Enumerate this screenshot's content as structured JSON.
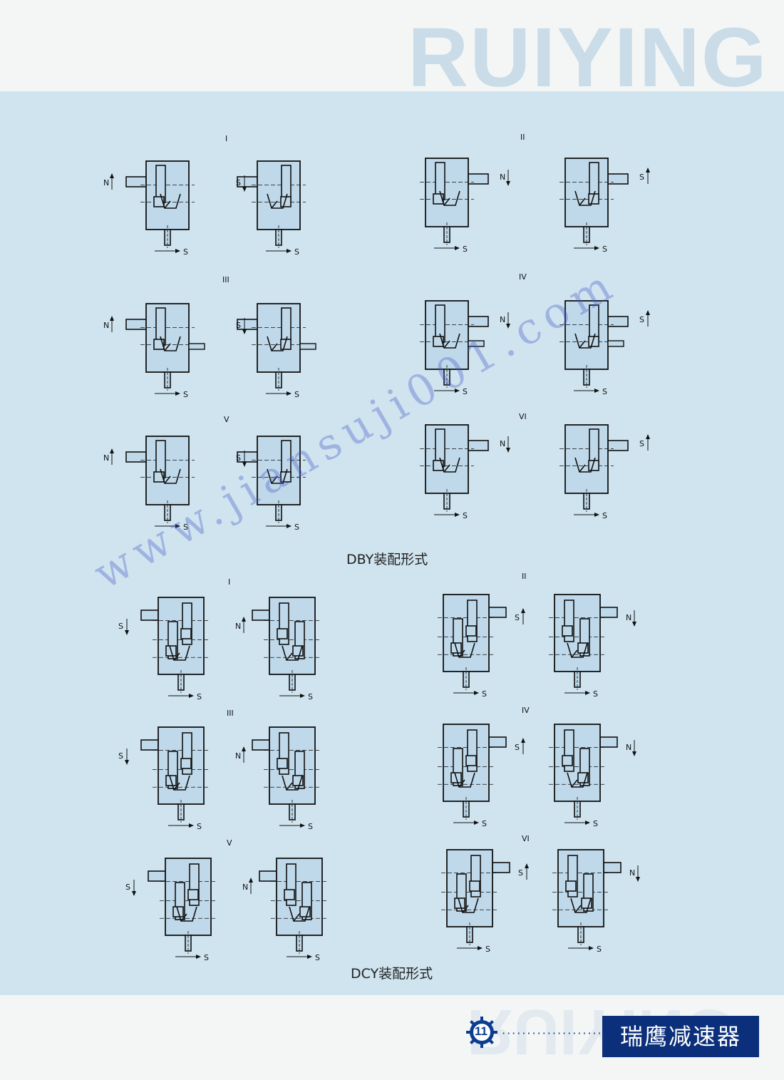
{
  "header": {
    "brand": "RUIYING"
  },
  "sections": [
    {
      "id": "dby",
      "title": "DBY装配形式"
    },
    {
      "id": "dcy",
      "title": "DCY装配形式"
    }
  ],
  "figure_labels": {
    "romans": [
      "I",
      "II",
      "III",
      "IV",
      "V",
      "VI"
    ],
    "letters": {
      "n": "N",
      "s": "S"
    }
  },
  "watermark": "www.jiansuji001.com",
  "footer": {
    "page_number": "11",
    "brand_name": "瑞鹰减速器",
    "ghost_text": "RUIYING"
  },
  "colors": {
    "panel": "#cfe4ef",
    "box_fill": "#bfd9ea",
    "line": "#111111",
    "brand_box": "#0b2f7a"
  }
}
